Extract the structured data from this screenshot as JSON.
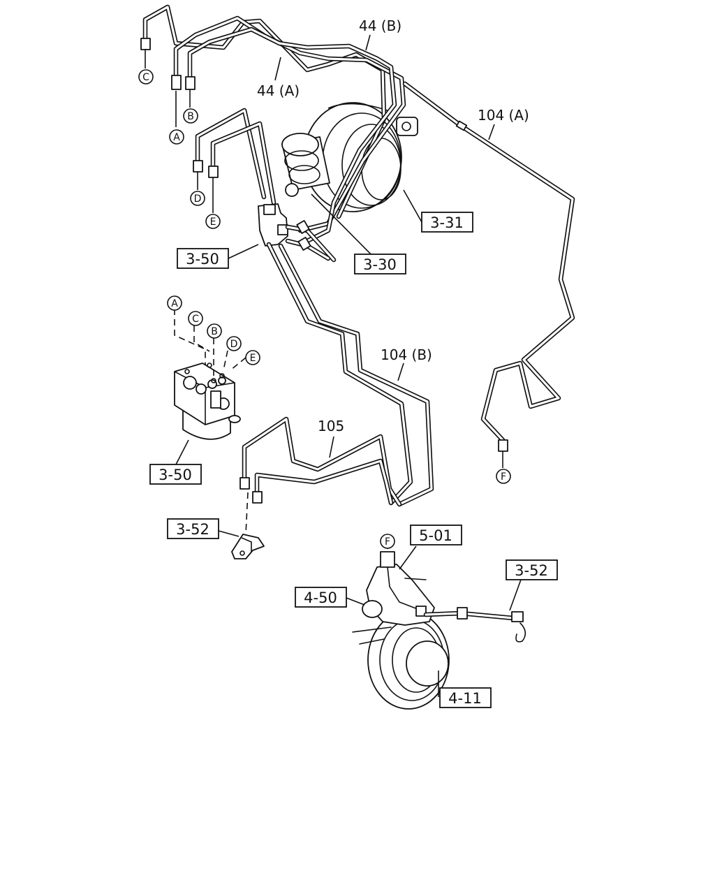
{
  "refs": {
    "l44a": "44 (A)",
    "l44b": "44 (B)",
    "l104a": "104 (A)",
    "l104b": "104 (B)",
    "l105": "105",
    "b331": "3-31",
    "b330": "3-30",
    "b350top": "3-50",
    "b350bot": "3-50",
    "b352left": "3-52",
    "b352right": "3-52",
    "b501": "5-01",
    "b450": "4-50",
    "b411": "4-11"
  },
  "connectors": {
    "c_top": "C",
    "a_top": "A",
    "b_top": "B",
    "d_top": "D",
    "e_top": "E",
    "a_abs": "A",
    "c_abs": "C",
    "b_abs": "B",
    "d_abs": "D",
    "e_abs": "E",
    "f_right": "F",
    "f_wheel": "F"
  }
}
